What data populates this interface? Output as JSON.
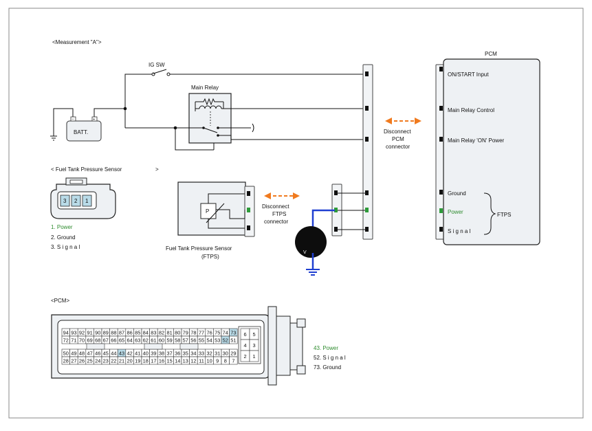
{
  "measurement_title": "<Measurement \"A\">",
  "ig_sw": "IG SW",
  "main_relay": "Main Relay",
  "batt": "BATT.",
  "pcm_title": "PCM",
  "pcm_pins": {
    "on_start": "ON/START Input",
    "relay_control": "Main Relay Control",
    "relay_on_power": "Main Relay 'ON' Power",
    "ground": "Ground",
    "power": "Power",
    "signal": "S i g n a l"
  },
  "ftps_group_label": "FTPS",
  "disconnect_pcm": [
    "Disconnect",
    "PCM",
    "connector"
  ],
  "disconnect_ftps": [
    "Disconnect",
    "FTPS",
    "connector"
  ],
  "sensor_section": {
    "title": "< Fuel Tank Pressure Sensor",
    "title_end": ">",
    "pins": [
      "3",
      "2",
      "1"
    ],
    "legend": [
      {
        "text": "1. Power",
        "color": "#2e8b2e"
      },
      {
        "text": "2. Ground",
        "color": "#111111"
      },
      {
        "text": "3. S    i g n a l",
        "color": "#111111"
      }
    ]
  },
  "sensor_box": {
    "p_label": "P",
    "caption": [
      "Fuel Tank Pressure Sensor",
      "(FTPS)"
    ]
  },
  "voltmeter_label": "V",
  "pcm_section": {
    "title": "<PCM>",
    "row1": [
      "94",
      "93",
      "92",
      "91",
      "90",
      "89",
      "88",
      "87",
      "86",
      "85",
      "84",
      "83",
      "82",
      "81",
      "80",
      "79",
      "78",
      "77",
      "76",
      "75",
      "74",
      "73"
    ],
    "row2": [
      "72",
      "71",
      "70",
      "69",
      "68",
      "67",
      "66",
      "65",
      "64",
      "63",
      "62",
      "61",
      "60",
      "59",
      "58",
      "57",
      "56",
      "55",
      "54",
      "53",
      "52",
      "51"
    ],
    "row3": [
      "50",
      "49",
      "48",
      "47",
      "46",
      "45",
      "44",
      "43",
      "42",
      "41",
      "40",
      "39",
      "38",
      "37",
      "36",
      "35",
      "34",
      "33",
      "32",
      "31",
      "30",
      "29"
    ],
    "row4": [
      "28",
      "27",
      "26",
      "25",
      "24",
      "23",
      "22",
      "21",
      "20",
      "19",
      "18",
      "17",
      "16",
      "15",
      "14",
      "13",
      "12",
      "11",
      "10",
      "9",
      "8",
      "7"
    ],
    "side": [
      [
        "6",
        "5"
      ],
      [
        "4",
        "3"
      ],
      [
        "2",
        "1"
      ]
    ],
    "highlighted": [
      "73",
      "52",
      "43"
    ],
    "legend": [
      {
        "text": "43. Power",
        "color": "#2e8b2e"
      },
      {
        "text": "52. S    i g n a l",
        "color": "#111111"
      },
      {
        "text": "73. Ground",
        "color": "#111111"
      }
    ]
  },
  "colors": {
    "frame": "#888888",
    "module_fill": "#eef1f4",
    "connector_fill": "#f2f4f6",
    "arrow": "#f07a1e",
    "probe": "#1f3fd1",
    "power_pin": "#2e9b3a",
    "highlight_cell": "#b9dbe8"
  }
}
